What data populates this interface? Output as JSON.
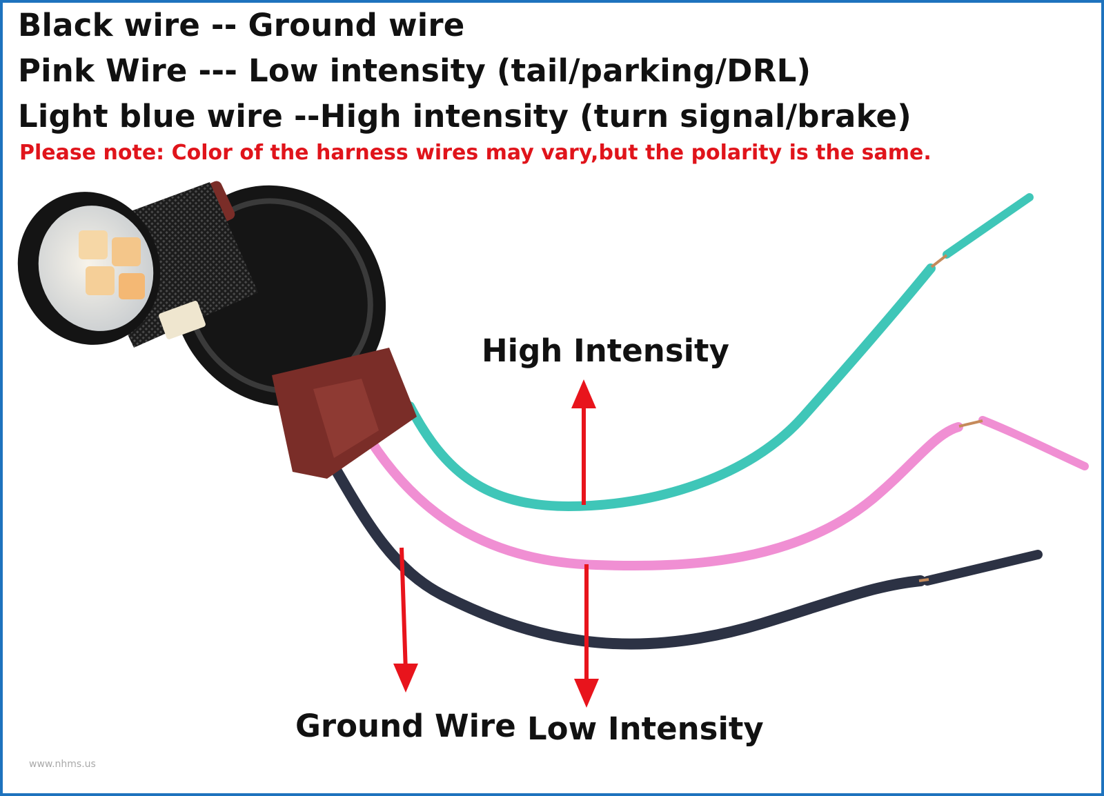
{
  "legend": {
    "line1": "Black wire -- Ground wire",
    "line2": "Pink Wire --- Low intensity (tail/parking/DRL)",
    "line3": "Light blue wire --High intensity (turn signal/brake)"
  },
  "note": "Please note: Color of the harness wires may vary,but the polarity is the same.",
  "callouts": {
    "high": "High Intensity",
    "ground": "Ground Wire",
    "low": "Low Intensity"
  },
  "watermark": "www.nhms.us",
  "colors": {
    "border": "#1e73be",
    "note": "#e0141b",
    "arrow": "#e8141c",
    "blue_wire": "#3fc6b8",
    "pink_wire": "#f08fd3",
    "black_wire": "#2c3244",
    "socket": "#7a2d28"
  }
}
